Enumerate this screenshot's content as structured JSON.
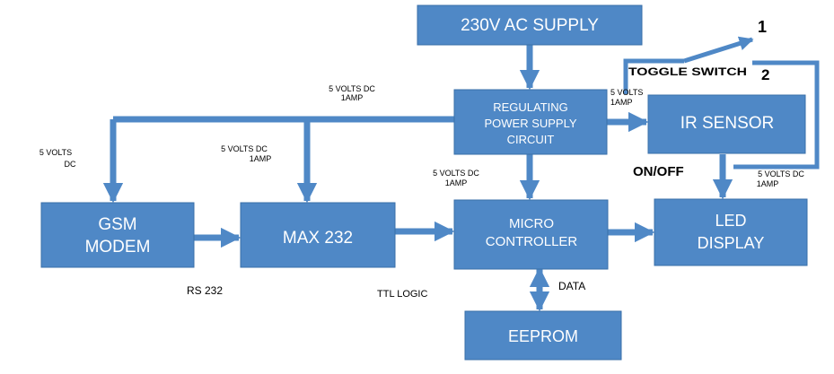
{
  "colors": {
    "block": "#4f88c6",
    "block_stroke": "#3a6fa8",
    "arrow": "#4f88c6",
    "text_on_block": "#ffffff",
    "label": "#000000"
  },
  "blocks": {
    "ac_supply": {
      "lines": [
        "230V AC SUPPLY"
      ]
    },
    "regulator": {
      "lines": [
        "REGULATING",
        "POWER SUPPLY",
        "CIRCUIT"
      ]
    },
    "ir_sensor": {
      "lines": [
        "IR SENSOR"
      ]
    },
    "gsm_modem": {
      "lines": [
        "GSM",
        "MODEM"
      ]
    },
    "max232": {
      "lines": [
        "MAX 232"
      ]
    },
    "microcontroller": {
      "lines": [
        "MICRO",
        "CONTROLLER"
      ]
    },
    "led_display": {
      "lines": [
        "LED",
        "DISPLAY"
      ]
    },
    "eeprom": {
      "lines": [
        "EEPROM"
      ]
    }
  },
  "labels": {
    "power_top": [
      "5 VOLTS DC",
      "1AMP"
    ],
    "power_gsm": [
      "5 VOLTS",
      "DC"
    ],
    "power_max": [
      "5 VOLTS DC",
      "1AMP"
    ],
    "power_micro": [
      "5 VOLTS DC",
      "1AMP"
    ],
    "power_ir": [
      "5 VOLTS",
      "1AMP"
    ],
    "power_led": [
      "5 VOLTS DC",
      "1AMP"
    ],
    "toggle_switch": "TOGGLE SWITCH",
    "switch_pos_1": "1",
    "switch_pos_2": "2",
    "on_off": "ON/OFF",
    "rs232": "RS 232",
    "ttl_logic": "TTL LOGIC",
    "data": "DATA"
  }
}
